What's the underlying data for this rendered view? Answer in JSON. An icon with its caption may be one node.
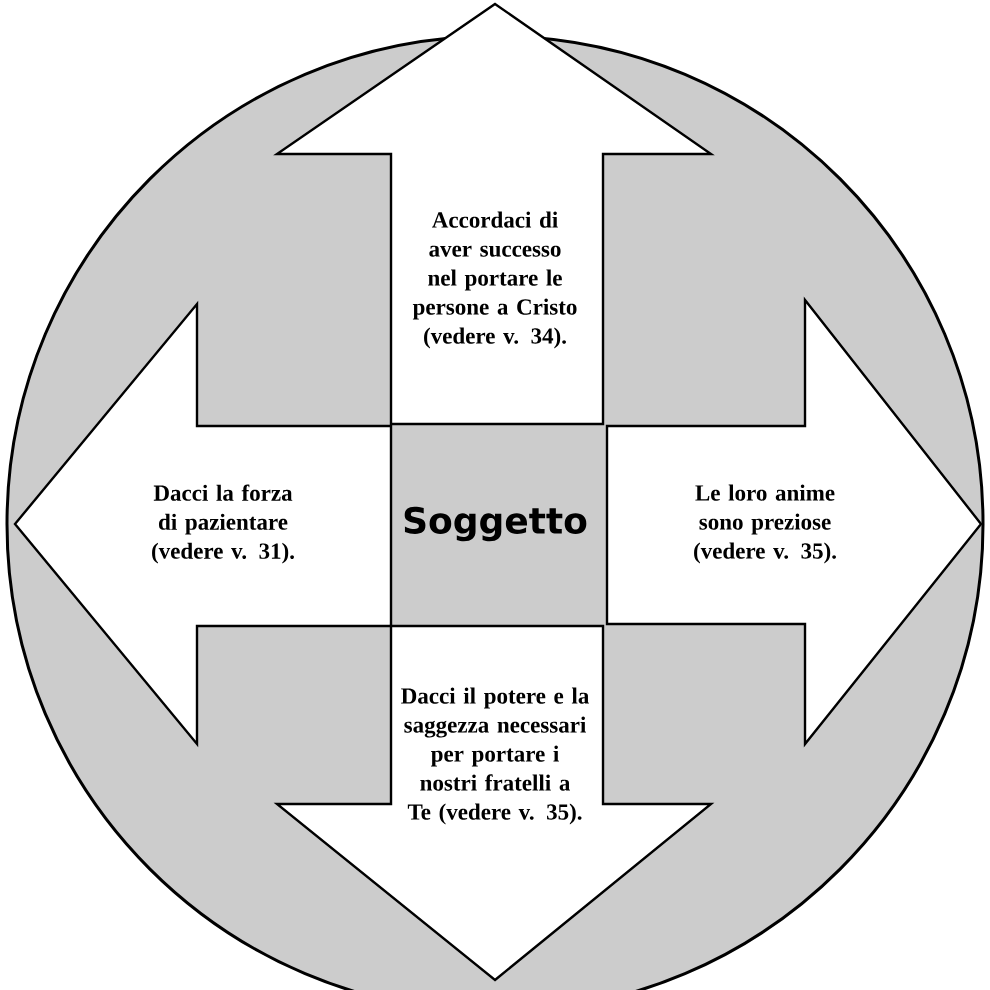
{
  "diagram": {
    "nodes": [
      {
        "text": [
          "Soggetto"
        ]
      },
      {
        "text": [
          "Accordaci di aver successo nel portare le persone a Cristo (vedere v. 34)."
        ],
        "in": 0
      },
      {
        "text": [
          "Dacci la forza di pazientare (vedere v. 31)."
        ],
        "in": 0
      },
      {
        "text": [
          "Le loro anime sono preziose (vedere v. 35)."
        ],
        "in": 0
      },
      {
        "text": [
          "Dacci il potere e la saggezza necessari per portare i nostri fratelli a Te (vedere v. 35)."
        ],
        "in": 0
      }
    ]
  }
}
